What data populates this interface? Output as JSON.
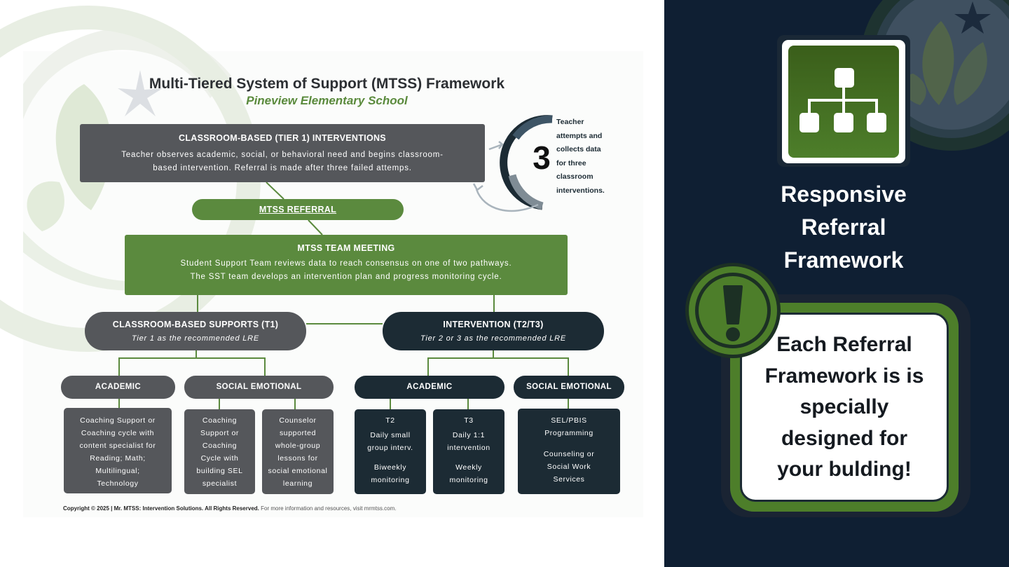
{
  "diagram": {
    "title": "Multi-Tiered System of Support (MTSS) Framework",
    "subtitle": "Pineview Elementary School",
    "tier1": {
      "heading": "CLASSROOM-BASED (TIER 1) INTERVENTIONS",
      "line1": "Teacher observes academic, social, or behavioral need and begins classroom-",
      "line2": "based intervention. Referral is made after three failed attemps."
    },
    "cycle": {
      "number": "3",
      "lines": [
        "Teacher",
        "attempts and",
        "collects data",
        "for three",
        "classroom",
        "interventions."
      ]
    },
    "referral": {
      "label": "MTSS REFERRAL"
    },
    "meeting": {
      "heading": "MTSS TEAM MEETING",
      "line1": "Student Support Team reviews data to reach consensus on one of two pathways.",
      "line2": "The SST team develops an intervention plan and progress monitoring cycle."
    },
    "supports": {
      "heading": "CLASSROOM-BASED SUPPORTS (T1)",
      "sub": "Tier 1 as the recommended LRE"
    },
    "intervention": {
      "heading": "INTERVENTION (T2/T3)",
      "sub": "Tier 2 or 3 as the recommended LRE"
    },
    "chips": {
      "t1_academic": "ACADEMIC",
      "t1_social": "SOCIAL EMOTIONAL",
      "t23_academic": "ACADEMIC",
      "t23_social": "SOCIAL EMOTIONAL"
    },
    "cards": {
      "t1_academic": [
        "Coaching Support or",
        "Coaching cycle with",
        "content specialist for",
        "Reading; Math;",
        "Multilingual;",
        "Technology"
      ],
      "t1_social_a": [
        "Coaching",
        "Support or",
        "Coaching",
        "Cycle with",
        "building SEL",
        "specialist"
      ],
      "t1_social_b": [
        "Counselor",
        "supported",
        "whole-group",
        "lessons for",
        "social emotional",
        "learning"
      ],
      "t2": {
        "label": "T2",
        "desc": [
          "Daily small",
          "group interv."
        ],
        "monitor": [
          "Biweekly",
          "monitoring"
        ]
      },
      "t3": {
        "label": "T3",
        "desc": [
          "Daily 1:1",
          "intervention"
        ],
        "monitor": [
          "Weekly",
          "monitoring"
        ]
      },
      "sel": {
        "top": [
          "SEL/PBIS",
          "Programming"
        ],
        "bottom": [
          "Counseling or",
          "Social Work",
          "Services"
        ]
      }
    },
    "copyright_bold": "Copyright © 2025 | Mr. MTSS: Intervention Solutions. All Rights Reserved.",
    "copyright_rest": " For more information and resources, visit mrmtss.com."
  },
  "sidebar": {
    "icon": "org-chart-icon",
    "title_lines": [
      "Responsive",
      "Referral",
      "Framework"
    ],
    "alert_icon": "exclamation-icon",
    "callout_lines": [
      "Each Referral",
      "Framework is is",
      "specially",
      "designed for",
      "your bulding!"
    ]
  },
  "colors": {
    "navy": "#0f1f33",
    "green": "#5b8a3e",
    "dark_green": "#3a5e1a",
    "gray_box": "#55575b",
    "dark_box": "#1c2b34"
  }
}
